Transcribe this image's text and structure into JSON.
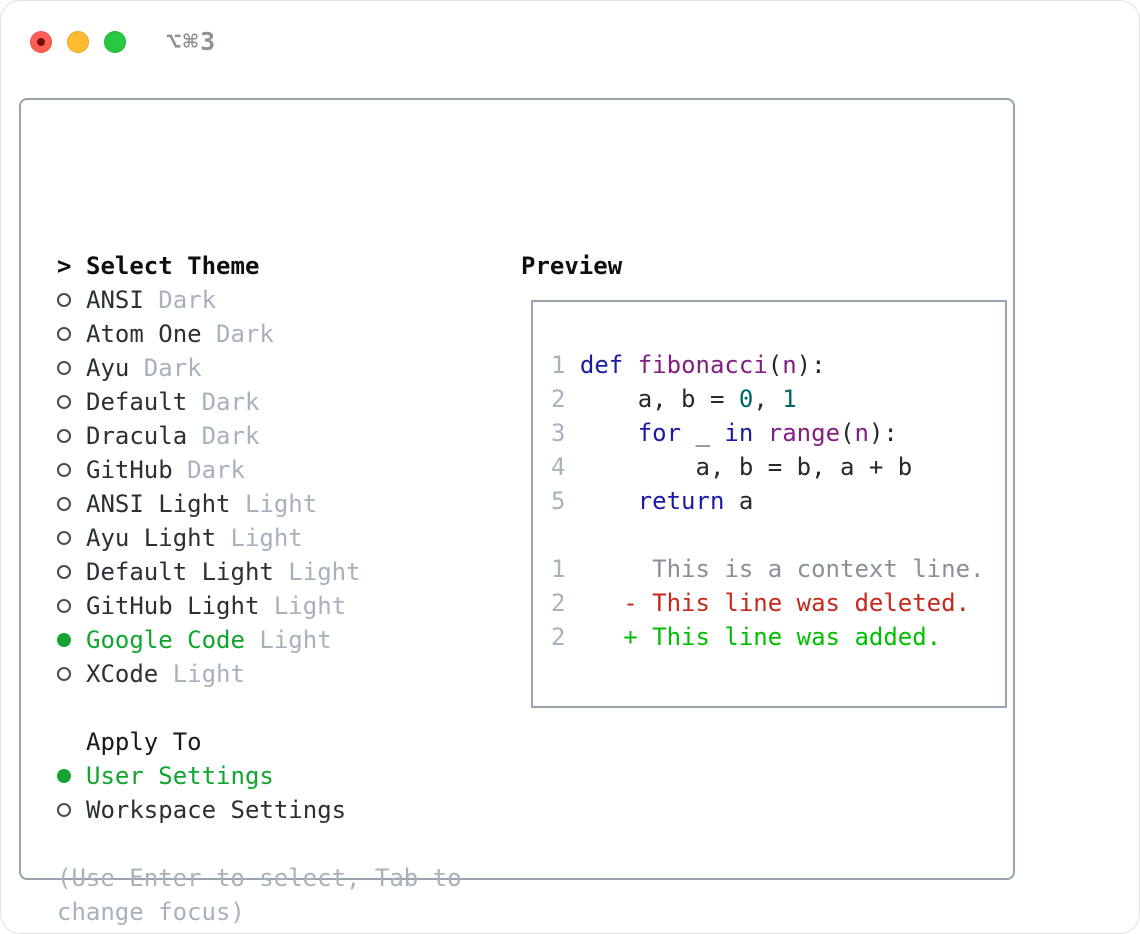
{
  "window": {
    "title": "⌥⌘3",
    "traffic_lights": {
      "close": "#ff5f57",
      "close_dot": "#750d08",
      "minimize": "#febc2e",
      "maximize": "#28c840"
    }
  },
  "panel": {
    "select_theme": {
      "prompt": ">",
      "title": "Select Theme",
      "items": [
        {
          "label": "ANSI",
          "variant": "Dark",
          "selected": false
        },
        {
          "label": "Atom One",
          "variant": "Dark",
          "selected": false
        },
        {
          "label": "Ayu",
          "variant": "Dark",
          "selected": false
        },
        {
          "label": "Default",
          "variant": "Dark",
          "selected": false
        },
        {
          "label": "Dracula",
          "variant": "Dark",
          "selected": false
        },
        {
          "label": "GitHub",
          "variant": "Dark",
          "selected": false
        },
        {
          "label": "ANSI Light",
          "variant": "Light",
          "selected": false
        },
        {
          "label": "Ayu Light",
          "variant": "Light",
          "selected": false
        },
        {
          "label": "Default Light",
          "variant": "Light",
          "selected": false
        },
        {
          "label": "GitHub Light",
          "variant": "Light",
          "selected": false
        },
        {
          "label": "Google Code",
          "variant": "Light",
          "selected": true
        },
        {
          "label": "XCode",
          "variant": "Light",
          "selected": false
        }
      ]
    },
    "apply_to": {
      "title": "Apply To",
      "options": [
        {
          "label": "User Settings",
          "selected": true
        },
        {
          "label": "Workspace Settings",
          "selected": false
        }
      ]
    },
    "hint_lines": [
      "(Use Enter to select, Tab to",
      "change focus)"
    ]
  },
  "preview": {
    "title": "Preview",
    "lines": [
      {
        "num": "1",
        "tokens": [
          [
            " ",
            "pln"
          ],
          [
            "def",
            "kwd"
          ],
          [
            " ",
            "pln"
          ],
          [
            "fibonacci",
            "typ"
          ],
          [
            "(",
            "pln"
          ],
          [
            "n",
            "typ"
          ],
          [
            "):",
            "pln"
          ]
        ]
      },
      {
        "num": "2",
        "tokens": [
          [
            "     ",
            "pln"
          ],
          [
            "a, b = ",
            "pln"
          ],
          [
            "0",
            "lit"
          ],
          [
            ", ",
            "pln"
          ],
          [
            "1",
            "lit"
          ]
        ]
      },
      {
        "num": "3",
        "tokens": [
          [
            "     ",
            "pln"
          ],
          [
            "for",
            "kwd"
          ],
          [
            " _ ",
            "pln"
          ],
          [
            "in",
            "kwd"
          ],
          [
            " ",
            "pln"
          ],
          [
            "range",
            "typ"
          ],
          [
            "(",
            "pln"
          ],
          [
            "n",
            "typ"
          ],
          [
            "):",
            "pln"
          ]
        ]
      },
      {
        "num": "4",
        "tokens": [
          [
            "         a, b = b, a + b",
            "pln"
          ]
        ]
      },
      {
        "num": "5",
        "tokens": [
          [
            "     ",
            "pln"
          ],
          [
            "return",
            "kwd"
          ],
          [
            " a",
            "pln"
          ]
        ]
      },
      {
        "num": "",
        "tokens": []
      },
      {
        "num": "1",
        "tokens": [
          [
            "      This is a context line.",
            "ctx"
          ]
        ]
      },
      {
        "num": "2",
        "tokens": [
          [
            "    - This line was deleted.",
            "del"
          ]
        ]
      },
      {
        "num": "2",
        "tokens": [
          [
            "    + This line was added.",
            "add"
          ]
        ]
      }
    ]
  },
  "colors": {
    "selected_green": "#10a52f",
    "added_green": "#00bf00",
    "deleted_red": "#c5281c",
    "context_gray": "#8a9099",
    "keyword_blue": "#1a1aa6",
    "type_purple": "#821e82",
    "literal_teal": "#006666",
    "muted": "#a8b1bc",
    "text": "#24292f",
    "border": "#9aa3ae"
  }
}
